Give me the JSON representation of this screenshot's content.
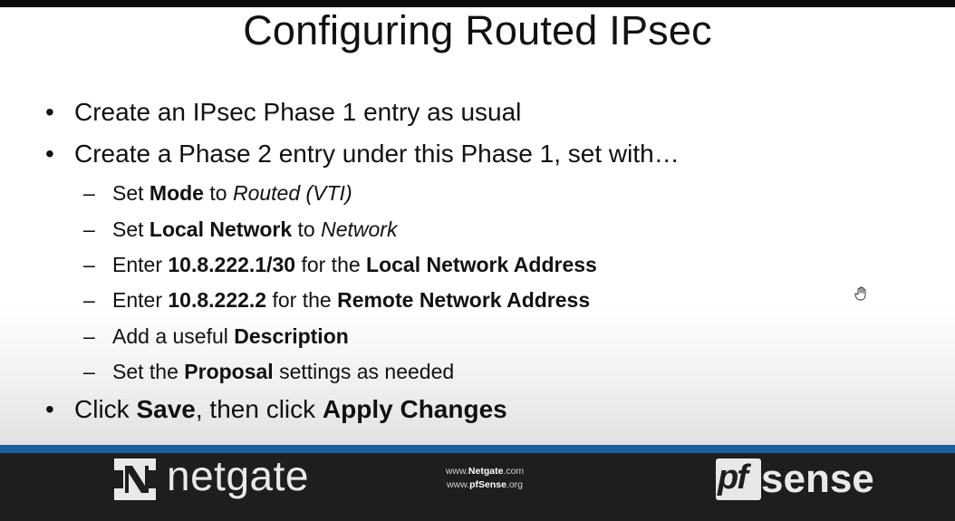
{
  "slide": {
    "title": "Configuring Routed IPsec",
    "bullets": [
      {
        "text": "Create an IPsec Phase 1 entry as usual"
      },
      {
        "text": "Create a Phase 2 entry under this Phase 1, set with…"
      }
    ],
    "sub_items": [
      {
        "p1": "Set ",
        "b1": "Mode",
        "p2": " to ",
        "i1": "Routed (VTI)"
      },
      {
        "p1": "Set ",
        "b1": "Local Network",
        "p2": " to ",
        "i1": "Network"
      },
      {
        "p1": "Enter ",
        "b1": "10.8.222.1/30",
        "p2": " for the ",
        "b2": "Local Network Address"
      },
      {
        "p1": "Enter ",
        "b1": "10.8.222.2",
        "p2": " for the ",
        "b2": "Remote Network Address"
      },
      {
        "p1": "Add a useful ",
        "b1": "Description"
      },
      {
        "p1": "Set the ",
        "b1": "Proposal",
        "p2": " settings as needed"
      }
    ],
    "last_bullet": {
      "p1": "Click ",
      "b1": "Save",
      "p2": ", then click ",
      "b2": "Apply Changes"
    },
    "bullet_glyph": "•",
    "dash_glyph": "–"
  },
  "footer": {
    "netgate_logo_text": "netgate",
    "url_line1_pre": "www.",
    "url_line1_bold": "Netgate",
    "url_line1_post": ".com",
    "url_line2_pre": "www.",
    "url_line2_bold": "pfSense",
    "url_line2_post": ".org",
    "pf_logo_text": "pf",
    "sense_logo_text": "sense",
    "stripe_color": "#1b5f9e",
    "background_color": "#1e1e1e"
  }
}
